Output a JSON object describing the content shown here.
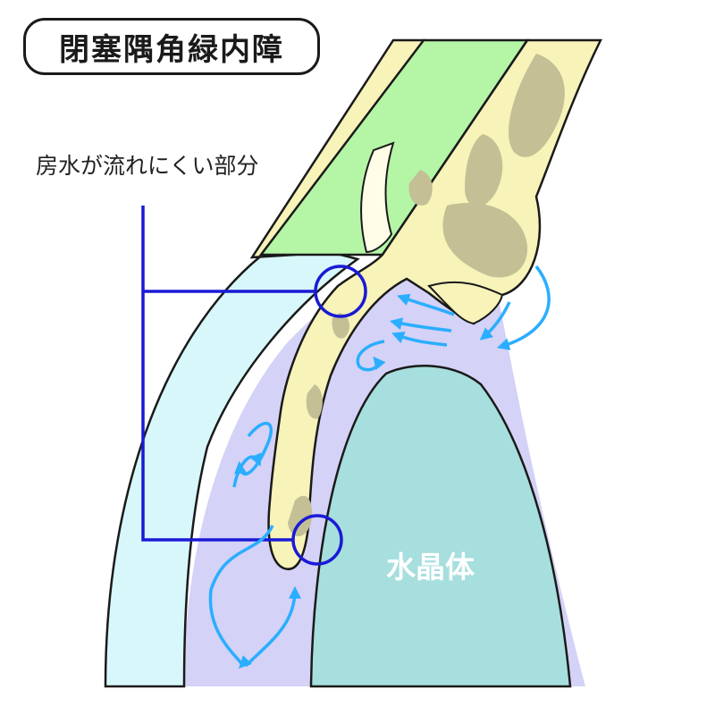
{
  "title": "閉塞隅角緑内障",
  "callout": "房水が流れにくい部分",
  "lens_label": "水晶体",
  "colors": {
    "aqueous_chamber": "#d4d2f6",
    "cornea": "#d8f7fb",
    "lens": "#a6dfdd",
    "sclera": "#f7f3b9",
    "conjunctiva": "#b4f5a6",
    "pigment_spots": "#c4bf94",
    "flow_arrows": "#2aaeff",
    "marker_circles": "#1a1ad6",
    "outline": "#1a1a1a"
  },
  "icons": {
    "flow_arrow": "aqueous-flow-arrow-icon",
    "marker": "narrow-angle-circle-icon"
  }
}
